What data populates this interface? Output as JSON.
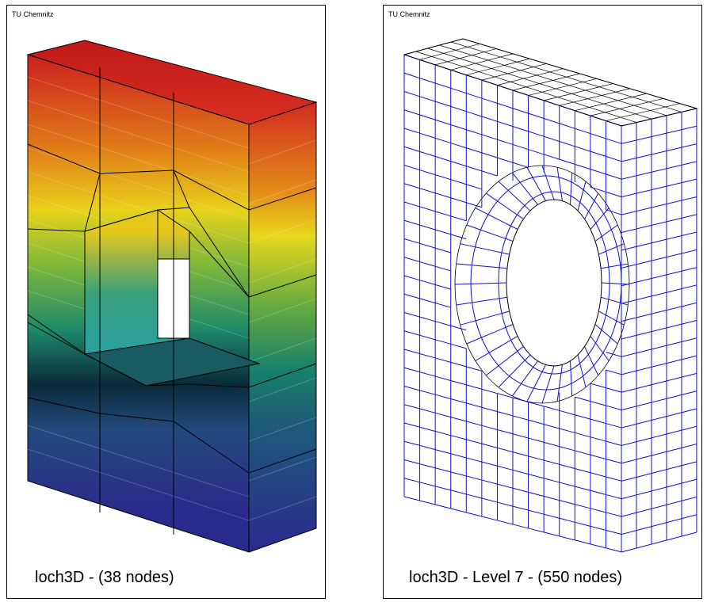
{
  "left_panel": {
    "logo": "TU Chemnitz",
    "caption": "loch3D - (38 nodes)"
  },
  "right_panel": {
    "logo": "TU Chemnitz",
    "caption": "loch3D - Level 7 - (550 nodes)"
  },
  "colors": {
    "mesh_line": "#1010cc",
    "edge": "#000000"
  }
}
